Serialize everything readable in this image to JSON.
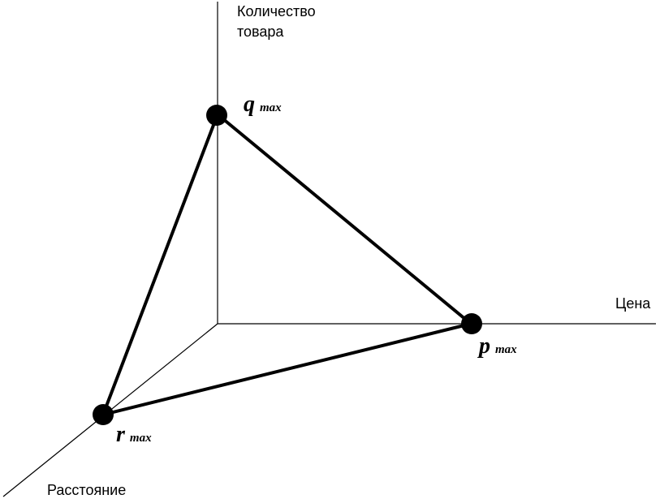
{
  "axes": {
    "vertical": {
      "label_line1": "Количество",
      "label_line2": "товара"
    },
    "horizontal": {
      "label": "Цена"
    },
    "diagonal": {
      "label": "Расстояние"
    }
  },
  "points": {
    "q": {
      "main": "q",
      "sub": "max"
    },
    "p": {
      "main": "p",
      "sub": "max"
    },
    "r": {
      "main": "r",
      "sub": "max"
    }
  }
}
